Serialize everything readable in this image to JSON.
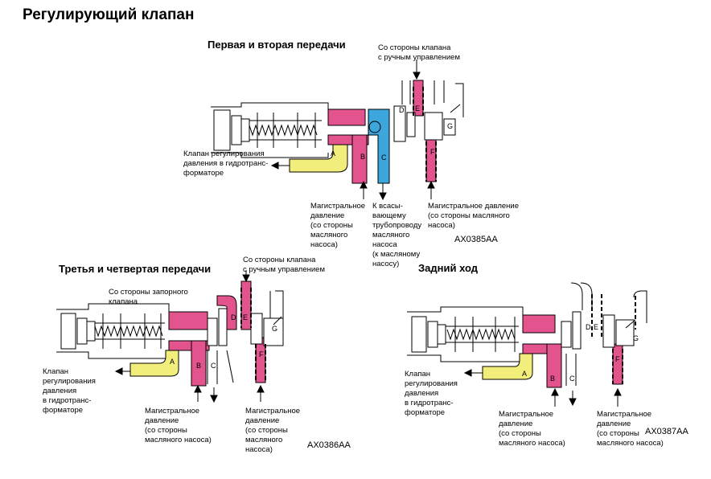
{
  "title": "Регулирующий клапан",
  "colors": {
    "pink": "#e3548f",
    "yellow": "#f2ee7c",
    "blue": "#3da6dc",
    "outline": "#000000"
  },
  "panels": {
    "first_second": {
      "heading": "Первая и вторая передачи",
      "top_label": "Со стороны клапана\nс ручным управлением",
      "left_label": "Клапан регулирования\nдавления в гидротранс-\nформаторе",
      "line1_label": "Магистральное\nдавление\n(со стороны\nмасляного\nнасоса)",
      "suction_label": "К всасы-\nвающему\nтрубопроводу\nмасляного\nнасоса\n(к масляному\nнасосу)",
      "line2_label": "Магистральное давление\n(со стороны масляного\nнасоса)",
      "code": "AX0385AA",
      "ports": [
        "A",
        "B",
        "C",
        "D",
        "E",
        "F",
        "G"
      ]
    },
    "third_fourth": {
      "heading": "Третья и четвертая передачи",
      "top_label": "Со стороны клапана\nс ручным управлением",
      "check_label": "Со стороны запорного\nклапана",
      "left_label": "Клапан\nрегулирования\nдавления\nв гидротранс-\nформаторе",
      "line1_label": "Магистральное\nдавление\n(со стороны\nмасляного насоса)",
      "line2_label": "Магистральное\nдавление\n(со стороны\nмасляного\nнасоса)",
      "code": "AX0386AA",
      "ports": [
        "A",
        "B",
        "C",
        "D",
        "E",
        "F",
        "G"
      ]
    },
    "reverse": {
      "heading": "Задний ход",
      "left_label": "Клапан\nрегулирования\nдавления\nв гидротранс-\nформаторе",
      "line1_label": "Магистральное\nдавление\n(со стороны\nмасляного насоса)",
      "line2_label": "Магистральное\nдавление\n(со стороны\nмасляного насоса)",
      "code": "AX0387AA",
      "ports": [
        "A",
        "B",
        "C",
        "D",
        "E",
        "F",
        "G"
      ]
    }
  }
}
